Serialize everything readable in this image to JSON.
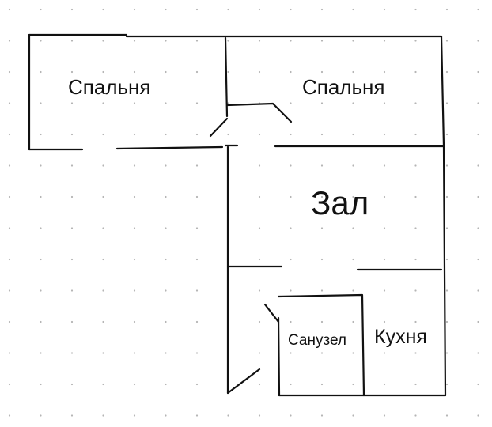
{
  "rooms": {
    "bedroom_left": "Спальня",
    "bedroom_right": "Спальня",
    "hall": "Зал",
    "bathroom": "Санузел",
    "kitchen": "Кухня"
  },
  "colors": {
    "background": "#ffffff",
    "wall": "#111111",
    "grid_dot": "#b5b5b5",
    "label": "#111111"
  }
}
